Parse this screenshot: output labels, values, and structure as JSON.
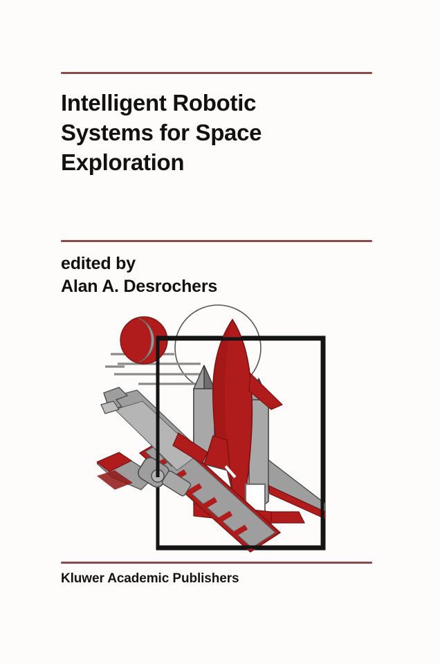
{
  "cover": {
    "background_color": "#fdfcfb",
    "accent_rule_color": "#8b4a4a",
    "text_color": "#111111"
  },
  "rules": {
    "top_label": "top-divider-rule",
    "middle_label": "middle-divider-rule",
    "bottom_label": "bottom-divider-rule"
  },
  "title": {
    "full": "Intelligent Robotic Systems for Space Exploration",
    "line1": "Intelligent Robotic",
    "line2": "Systems for Space",
    "line3": "Exploration"
  },
  "byline": {
    "line1": "edited by",
    "line2": "Alan A. Desrochers",
    "editor_name": "Alan A. Desrochers"
  },
  "publisher": {
    "name": "Kluwer Academic Publishers"
  },
  "illustration": {
    "description": "Space shuttle with robotic manipulator arm, planet and orbit circle inside a black rectangular frame",
    "colors": {
      "red": "#b01c1c",
      "red_dark": "#8e1414",
      "gray": "#9e9e9e",
      "gray_dark": "#6f6f6f",
      "gray_light": "#bdbdbd",
      "outline": "#1a1a1a",
      "thin_line": "#555555"
    },
    "elements": [
      "black-frame",
      "planet-sphere",
      "orbit-circle",
      "speed-lines",
      "vertical-mast",
      "shuttle-orbiter",
      "booster-left",
      "booster-right",
      "shuttle-wings",
      "robotic-arm",
      "arm-gripper",
      "arm-joint",
      "payload-box"
    ]
  }
}
